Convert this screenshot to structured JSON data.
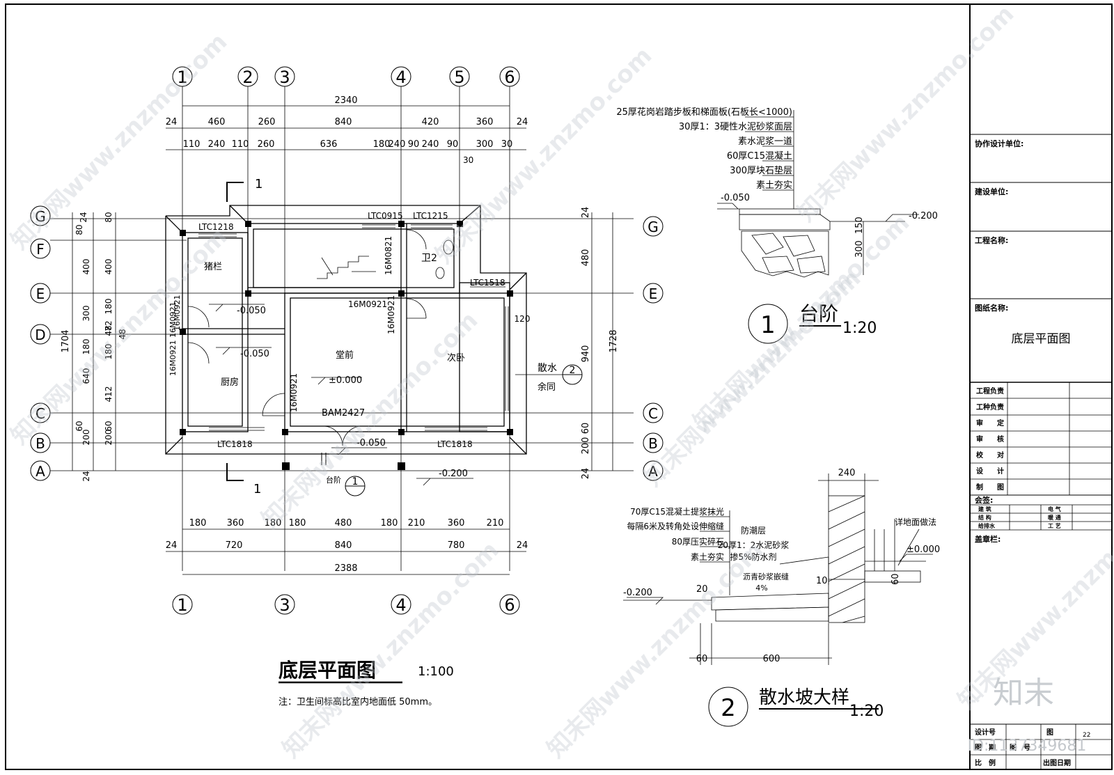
{
  "plan": {
    "title": "底层平面图",
    "scale": "1:100",
    "note": "注：卫生间标高比室内地面低 50mm。",
    "axes_top": [
      "1",
      "2",
      "3",
      "4",
      "5",
      "6"
    ],
    "axes_bottom": [
      "1",
      "3",
      "4",
      "6"
    ],
    "axes_rows": [
      "G",
      "F",
      "E",
      "D",
      "C",
      "B",
      "A"
    ],
    "dims_top_total": "2340",
    "dims_top_mid": [
      "24",
      "460",
      "260",
      "840",
      "420",
      "360",
      "24"
    ],
    "dims_top_fine": [
      "110",
      "240",
      "110",
      "260",
      "636",
      "180",
      "240",
      "90",
      "240",
      "90",
      "300",
      "30"
    ],
    "dims_top_extra": "30",
    "dims_bottom_fine": [
      "180",
      "360",
      "180",
      "180",
      "480",
      "180",
      "210",
      "360",
      "210"
    ],
    "dims_bottom_mid": [
      "24",
      "720",
      "840",
      "780",
      "24"
    ],
    "dims_bottom_total": "2388",
    "dims_left_outer": [
      "24",
      "80",
      "400",
      "300",
      "180",
      "640",
      "60",
      "200",
      "24"
    ],
    "dims_left_total": "1704",
    "dims_left_inner": [
      "80",
      "400",
      "180",
      "72",
      "48",
      "180",
      "412",
      "60",
      "200"
    ],
    "dims_left_misc": "48",
    "dims_right": [
      "24",
      "480",
      "940",
      "60",
      "200",
      "24"
    ],
    "dims_right_total": "1728",
    "dim_120": "120",
    "rooms": {
      "pig": "猪栏",
      "kitchen": "厨房",
      "hall": "堂前",
      "bedroom": "次卧",
      "wc": "卫2"
    },
    "labels": {
      "ltc1218": "LTC1218",
      "ltc0915": "LTC0915",
      "ltc1215": "LTC1215",
      "ltc1518": "LTC1518",
      "ltc1818a": "LTC1818",
      "ltc1818b": "LTC1818",
      "bam2427": "BAM2427",
      "m0821": "16M0821",
      "m0921a": "16M0921",
      "m0921b": "16M0921",
      "m0921c": "16M0921",
      "m0921d": "16M0921",
      "m0921e": "16M0921",
      "m0921f": "16M0921"
    },
    "levels": {
      "l1": "-0.050",
      "l2": "-0.050",
      "l3": "±0.000",
      "l4": "-0.050",
      "l5": "-0.200"
    },
    "section_mark": "1",
    "step_label": "台阶",
    "detail_ref": "1",
    "apron_label": "散水",
    "apron_same": "余同",
    "apron_ref": "2"
  },
  "detail1": {
    "layers": [
      "25厚花岗岩踏步板和梯面板(石板长<1000)",
      "30厚1：3硬性水泥砂浆面层",
      "素水泥浆一道",
      "60厚C15混凝土",
      "300厚块石垫层",
      "素土夯实"
    ],
    "level_left": "-0.050",
    "level_right": "-0.200",
    "dim_300": "300",
    "dim_150": "150",
    "circle": "1",
    "title": "台阶",
    "scale": "1:20"
  },
  "detail2": {
    "layers_left": [
      "70厚C15混凝土提浆抹光",
      "每隔6米及转角处设伸缩缝",
      "80厚压实碎石",
      "素土夯实"
    ],
    "layers_mid": [
      "防潮层",
      "20厚1：2水泥砂浆",
      "掺5%防水剂"
    ],
    "joint": "沥青砂浆嵌缝",
    "slope": "4%",
    "floor_ref": "详地面做法",
    "level_left": "-0.200",
    "level_right": "±0.000",
    "dim_240": "240",
    "dim_20": "20",
    "dim_10": "10",
    "dim_60": "60",
    "dim_600": "600",
    "dim_60b": "60",
    "circle": "2",
    "title": "散水坡大样",
    "scale": "1:20"
  },
  "titleblock": {
    "coop_unit": "协作设计单位:",
    "build_unit": "建设单位:",
    "project_name": "工程名称:",
    "drawing_name_label": "图纸名称:",
    "drawing_name": "底层平面图",
    "roles": [
      "工程负责",
      "工种负责",
      "审　　定",
      "审　　核",
      "校　　对",
      "设　　计",
      "制　　图"
    ],
    "sign": "会签:",
    "sign_rows": [
      [
        "建  筑",
        "电  气"
      ],
      [
        "结  构",
        "暖  通"
      ],
      [
        "给排水",
        "工  艺"
      ]
    ],
    "stamp": "盖章栏:",
    "design_no": "设计号",
    "fig_no": "图　号",
    "fig_label": "图",
    "fig_date": "图　期",
    "ratio": "比　例",
    "issue_date": "出图日期",
    "fig_count": "22"
  },
  "watermark": {
    "logo": "知末",
    "id": "ID:1137349681",
    "site": "知末网www.znzmo.com"
  }
}
